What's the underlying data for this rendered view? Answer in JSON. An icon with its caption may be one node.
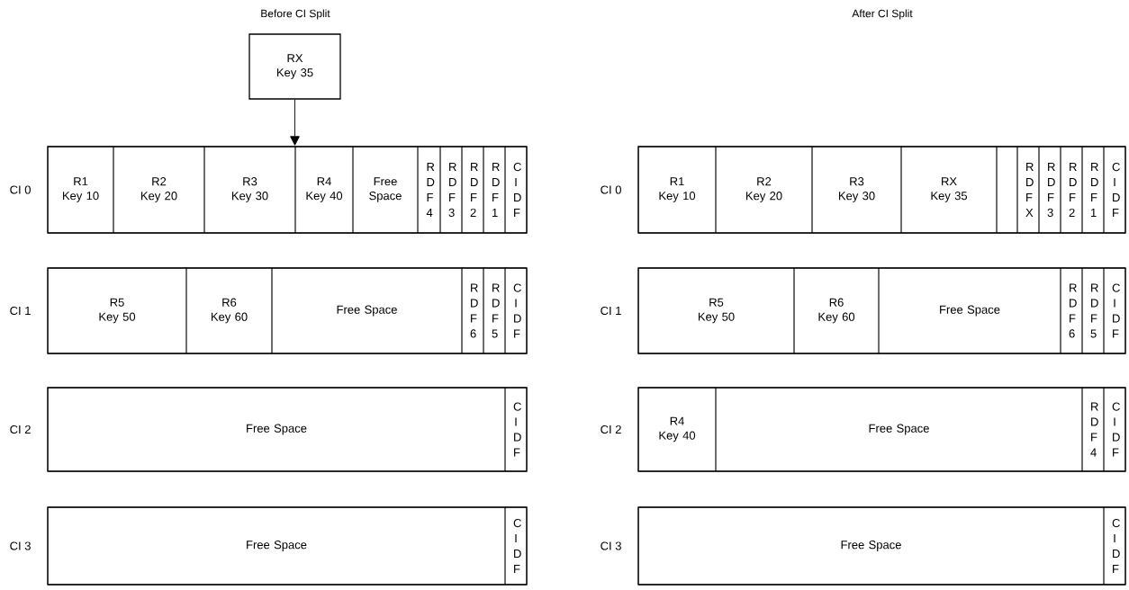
{
  "diagram": {
    "nodes": [
      {
        "text": [
          "RX",
          "Key 35"
        ]
      },
      {
        "text": [],
        "shape": "box",
        "beside": [
          "CI 0"
        ]
      },
      {
        "text": [
          "R1",
          "Key 10"
        ],
        "in": 1
      },
      {
        "text": [
          "R2",
          "Key 20"
        ],
        "in": 1
      },
      {
        "text": [
          "R3",
          "Key 30"
        ],
        "in": 1
      },
      {
        "text": [
          "R4",
          "Key 40"
        ],
        "in": 1
      },
      {
        "text": [
          "Free Space"
        ],
        "in": 1
      },
      {
        "text": [
          "R D F 4"
        ],
        "in": 1
      },
      {
        "text": [
          "R D F 3"
        ],
        "in": 1
      },
      {
        "text": [
          "R D F 2"
        ],
        "in": 1
      },
      {
        "text": [
          "R D F 1"
        ],
        "in": 1
      },
      {
        "text": [
          "C I D F"
        ],
        "in": 1
      },
      {
        "text": [],
        "shape": "box",
        "beside": [
          "CI 1"
        ]
      },
      {
        "text": [
          "R5",
          "Key 50"
        ],
        "in": 12
      },
      {
        "text": [
          "R6",
          "Key 60"
        ],
        "in": 12
      },
      {
        "text": [
          "Free Space"
        ],
        "in": 12
      },
      {
        "text": [
          "R D F 6"
        ],
        "in": 12
      },
      {
        "text": [
          "R D F 5"
        ],
        "in": 12
      },
      {
        "text": [
          "C I D F"
        ],
        "in": 12
      },
      {
        "text": [],
        "shape": "box",
        "beside": [
          "CI 2"
        ]
      },
      {
        "text": [
          "Free Space"
        ],
        "in": 19
      },
      {
        "text": [
          "C I D F"
        ],
        "in": 19
      },
      {
        "text": [],
        "shape": "box",
        "beside": [
          "CI 3"
        ]
      },
      {
        "text": [
          "Free Space"
        ],
        "in": 22
      },
      {
        "text": [
          "C I D F"
        ],
        "in": 22
      },
      {
        "text": [],
        "shape": "box",
        "beside": [
          "CI 0"
        ]
      },
      {
        "text": [
          "R1",
          "Key 10"
        ],
        "in": 25
      },
      {
        "text": [
          "R2",
          "Key 20"
        ],
        "in": 25
      },
      {
        "text": [
          "R3",
          "Key 30"
        ],
        "in": 25
      },
      {
        "text": [
          "RX",
          "Key 35"
        ],
        "in": 25
      },
      {
        "text": [],
        "shape": "box",
        "in": 25
      },
      {
        "text": [
          "R D F X"
        ],
        "in": 25
      },
      {
        "text": [
          "R D F 3"
        ],
        "in": 25
      },
      {
        "text": [
          "R D F 2"
        ],
        "in": 25
      },
      {
        "text": [
          "R D F 1"
        ],
        "in": 25
      },
      {
        "text": [
          "C I D F"
        ],
        "in": 25
      },
      {
        "text": [],
        "shape": "box",
        "beside": [
          "CI 1"
        ]
      },
      {
        "text": [
          "R5",
          "Key 50"
        ],
        "in": 36
      },
      {
        "text": [
          "R6",
          "Key 60"
        ],
        "in": 36
      },
      {
        "text": [
          "Free Space"
        ],
        "in": 36
      },
      {
        "text": [
          "R D F 6"
        ],
        "in": 36
      },
      {
        "text": [
          "R D F 5"
        ],
        "in": 36
      },
      {
        "text": [
          "C I D F"
        ],
        "in": 36
      },
      {
        "text": [],
        "shape": "box",
        "beside": [
          "CI 2"
        ]
      },
      {
        "text": [
          "R4",
          "Key 40"
        ],
        "in": 43
      },
      {
        "text": [
          "Free Space"
        ],
        "in": 43
      },
      {
        "text": [
          "R D F 4"
        ],
        "in": 43
      },
      {
        "text": [
          "C I D F"
        ],
        "in": 43
      },
      {
        "text": [],
        "shape": "box",
        "beside": [
          "CI 3"
        ]
      },
      {
        "text": [
          "Free Space"
        ],
        "in": 48
      },
      {
        "text": [
          "C I D F"
        ],
        "in": 48
      }
    ],
    "edges": [
      {
        "from": 0,
        "to": 1,
        "arrow": "to"
      }
    ],
    "labels": [
      "Before CI Split",
      "After CI Split"
    ]
  }
}
